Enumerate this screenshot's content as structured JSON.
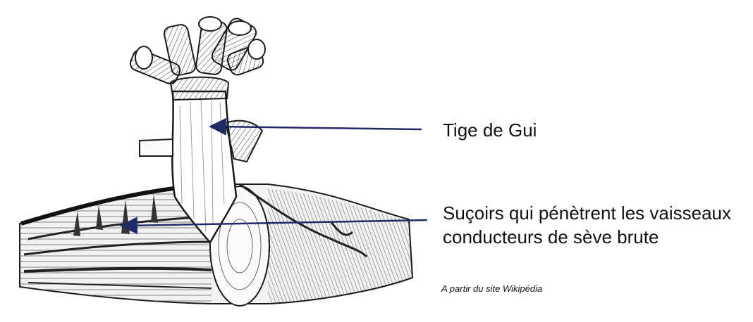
{
  "labels": {
    "stem": "Tige de Gui",
    "suckers_line1": "Suçoirs qui pénètrent les vaisseaux",
    "suckers_line2": "conducteurs de sève brute"
  },
  "credit": "A partir du site Wikipédia",
  "colors": {
    "arrow": "#1f2a66",
    "ink": "#1a1a1a",
    "paper": "#ffffff"
  }
}
